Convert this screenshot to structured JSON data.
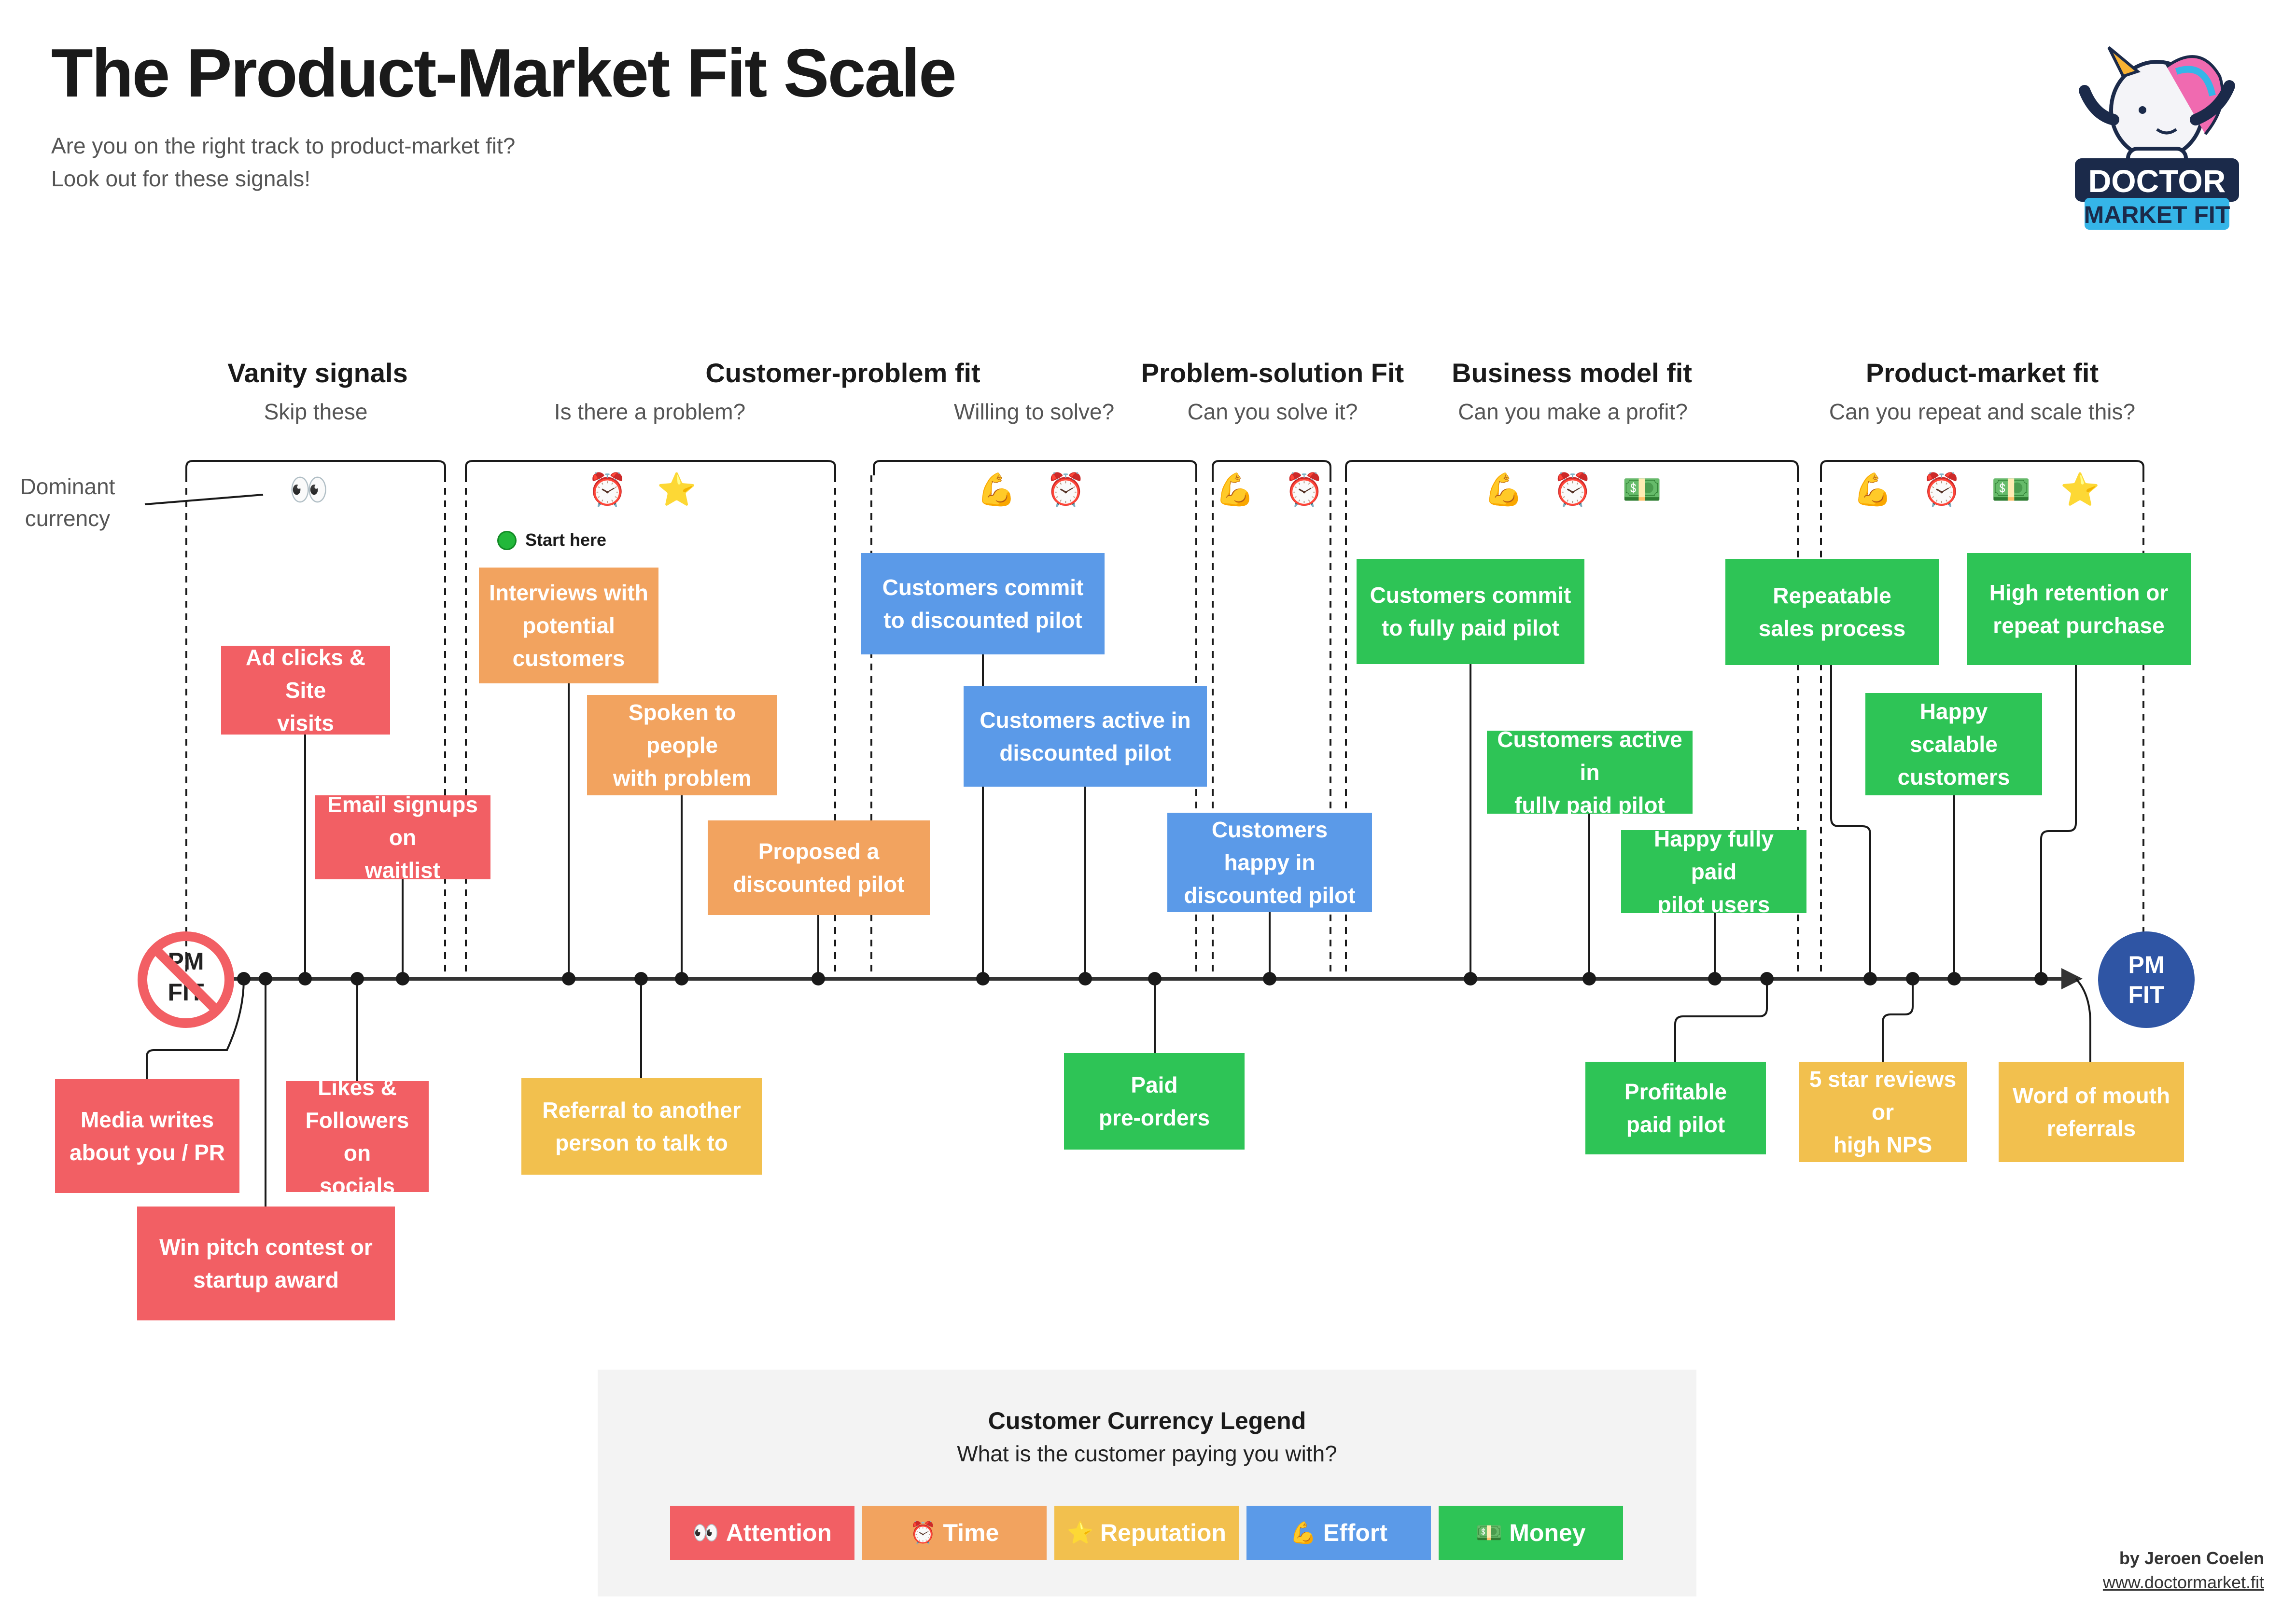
{
  "header": {
    "title": "The Product-Market Fit Scale",
    "subtitle_line1": "Are you on the right track to product-market fit?",
    "subtitle_line2": "Look out for these signals!"
  },
  "logo": {
    "line1": "DOCTOR",
    "line2": "MARKET FIT",
    "icon": "unicorn-mascot-icon"
  },
  "dominant_currency_label": {
    "line1": "Dominant",
    "line2": "currency"
  },
  "sections": [
    {
      "title": "Vanity signals",
      "subtitle": "Skip these",
      "currency": "👀"
    },
    {
      "title": "Customer-problem fit",
      "subtitle_a": "Is there a problem?",
      "subtitle_b": "Willing to solve?",
      "currency_a": "⏰ ⭐",
      "currency_b": "💪 ⏰"
    },
    {
      "title": "Problem-solution Fit",
      "subtitle": "Can you solve it?",
      "currency": "💪 ⏰"
    },
    {
      "title": "Business model fit",
      "subtitle": "Can you make a profit?",
      "currency": "💪 ⏰ 💵"
    },
    {
      "title": "Product-market fit",
      "subtitle": "Can you repeat and scale this?",
      "currency": "💪 ⏰ 💵 ⭐"
    }
  ],
  "start_here": "Start here",
  "endpoints": {
    "no_pm_fit": {
      "line1": "PM",
      "line2": "FIT"
    },
    "pm_fit": {
      "line1": "PM",
      "line2": "FIT"
    }
  },
  "signals": {
    "ad_clicks": [
      "Ad clicks & Site",
      "visits"
    ],
    "email_signups": [
      "Email signups on",
      "waitlist"
    ],
    "media": [
      "Media writes",
      "about you / PR"
    ],
    "likes": [
      "Likes &",
      "Followers on",
      "socials"
    ],
    "pitch": [
      "Win pitch contest or",
      "startup award"
    ],
    "interviews": [
      "Interviews with",
      "potential",
      "customers"
    ],
    "spoken": [
      "Spoken to people",
      "with problem"
    ],
    "proposed": [
      "Proposed a",
      "discounted pilot"
    ],
    "referral": [
      "Referral to another",
      "person to talk to"
    ],
    "commit_discounted": [
      "Customers commit",
      "to discounted pilot"
    ],
    "active_discounted": [
      "Customers active in",
      "discounted pilot"
    ],
    "happy_discounted": [
      "Customers happy in",
      "discounted pilot"
    ],
    "preorders": [
      "Paid",
      "pre-orders"
    ],
    "commit_paid": [
      "Customers commit",
      "to fully paid pilot"
    ],
    "active_paid": [
      "Customers active in",
      "fully paid pilot"
    ],
    "happy_paid": [
      "Happy fully paid",
      "pilot users"
    ],
    "profitable": [
      "Profitable",
      "paid pilot"
    ],
    "repeatable": [
      "Repeatable",
      "sales process"
    ],
    "retention": [
      "High retention or",
      "repeat purchase"
    ],
    "happy_scalable": [
      "Happy scalable",
      "customers"
    ],
    "reviews": [
      "5 star reviews or",
      "high NPS"
    ],
    "wom": [
      "Word of mouth",
      "referrals"
    ]
  },
  "legend": {
    "title": "Customer Currency Legend",
    "subtitle": "What is the customer paying you with?",
    "items": [
      {
        "icon": "👀",
        "label": "Attention",
        "color": "#f25f64"
      },
      {
        "icon": "⏰",
        "label": "Time",
        "color": "#f2a35f"
      },
      {
        "icon": "⭐",
        "label": "Reputation",
        "color": "#f2c04e"
      },
      {
        "icon": "💪",
        "label": "Effort",
        "color": "#5b9ae8"
      },
      {
        "icon": "💵",
        "label": "Money",
        "color": "#2ec456"
      }
    ]
  },
  "credit": {
    "author": "by Jeroen Coelen",
    "url": "www.doctormarket.fit"
  },
  "colors": {
    "attention": "#f25f64",
    "time": "#f2a35f",
    "reputation": "#f2c04e",
    "effort": "#5b9ae8",
    "money": "#2ec456",
    "pm_fit": "#2f55a4"
  }
}
